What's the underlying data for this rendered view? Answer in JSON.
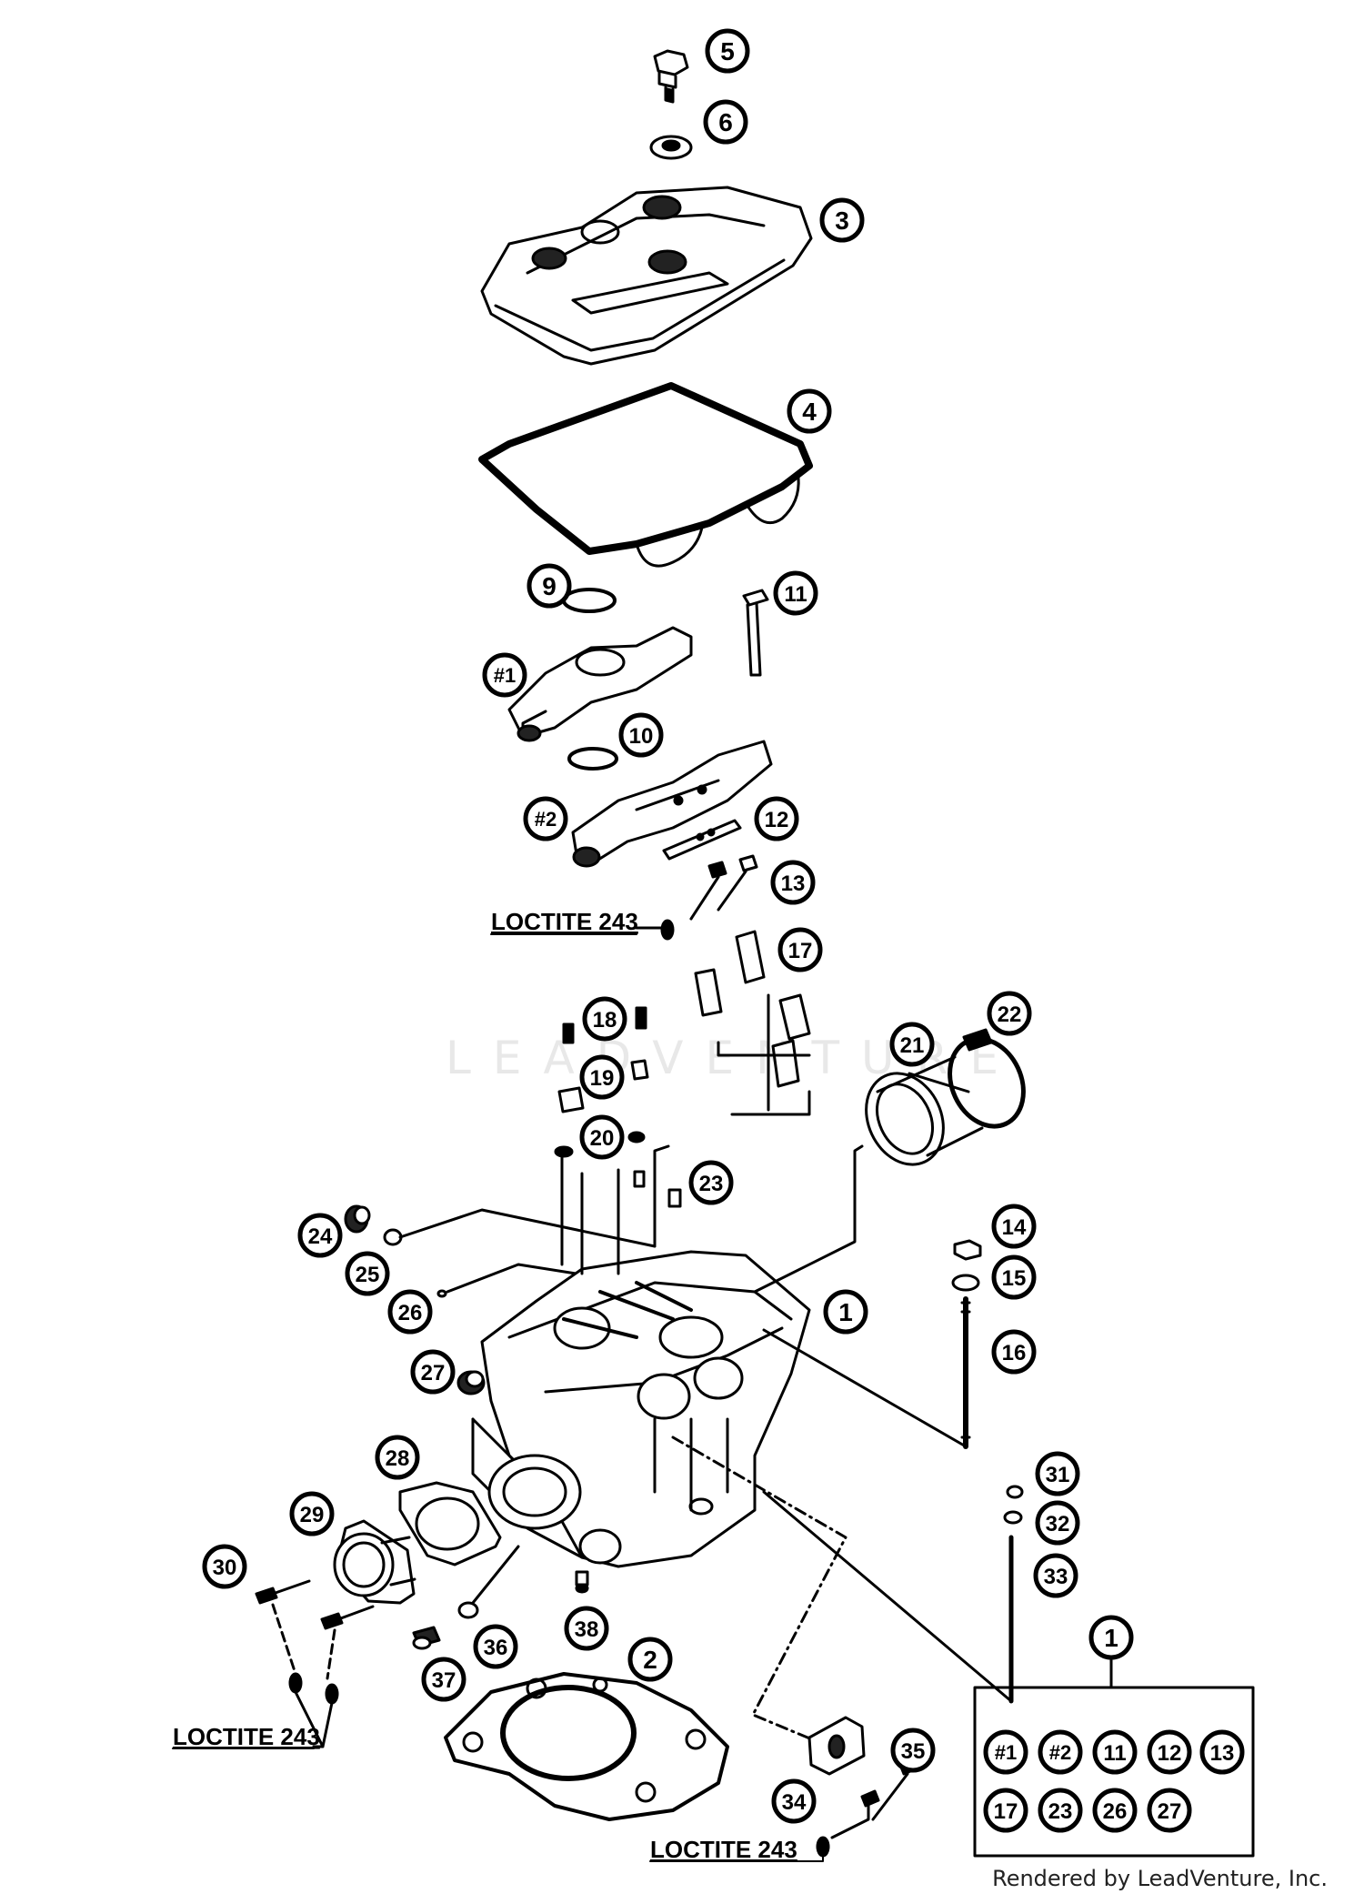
{
  "diagram": {
    "watermark": "LEADVENTURE",
    "callouts": [
      {
        "id": "c5",
        "label": "5"
      },
      {
        "id": "c6",
        "label": "6"
      },
      {
        "id": "c3",
        "label": "3"
      },
      {
        "id": "c4",
        "label": "4"
      },
      {
        "id": "c9",
        "label": "9"
      },
      {
        "id": "c11",
        "label": "11"
      },
      {
        "id": "cH1",
        "label": "#1"
      },
      {
        "id": "c10",
        "label": "10"
      },
      {
        "id": "cH2",
        "label": "#2"
      },
      {
        "id": "c12",
        "label": "12"
      },
      {
        "id": "c13",
        "label": "13"
      },
      {
        "id": "c17",
        "label": "17"
      },
      {
        "id": "c18",
        "label": "18"
      },
      {
        "id": "c19",
        "label": "19"
      },
      {
        "id": "c20",
        "label": "20"
      },
      {
        "id": "c21",
        "label": "21"
      },
      {
        "id": "c22",
        "label": "22"
      },
      {
        "id": "c23",
        "label": "23"
      },
      {
        "id": "c24",
        "label": "24"
      },
      {
        "id": "c25",
        "label": "25"
      },
      {
        "id": "c26",
        "label": "26"
      },
      {
        "id": "c1",
        "label": "1"
      },
      {
        "id": "c14",
        "label": "14"
      },
      {
        "id": "c15",
        "label": "15"
      },
      {
        "id": "c16",
        "label": "16"
      },
      {
        "id": "c27",
        "label": "27"
      },
      {
        "id": "c28",
        "label": "28"
      },
      {
        "id": "c29",
        "label": "29"
      },
      {
        "id": "c30",
        "label": "30"
      },
      {
        "id": "c31",
        "label": "31"
      },
      {
        "id": "c32",
        "label": "32"
      },
      {
        "id": "c33",
        "label": "33"
      },
      {
        "id": "c38",
        "label": "38"
      },
      {
        "id": "c36",
        "label": "36"
      },
      {
        "id": "c2",
        "label": "2"
      },
      {
        "id": "c37",
        "label": "37"
      },
      {
        "id": "c35",
        "label": "35"
      },
      {
        "id": "c34",
        "label": "34"
      }
    ],
    "loctite_labels": [
      "LOCTITE 243",
      "LOCTITE 243",
      "LOCTITE 243"
    ],
    "kit": {
      "header": "1",
      "row1": [
        "#1",
        "#2",
        "11",
        "12",
        "13"
      ],
      "row2": [
        "17",
        "23",
        "26",
        "27"
      ]
    }
  },
  "footer": "Rendered by LeadVenture, Inc."
}
